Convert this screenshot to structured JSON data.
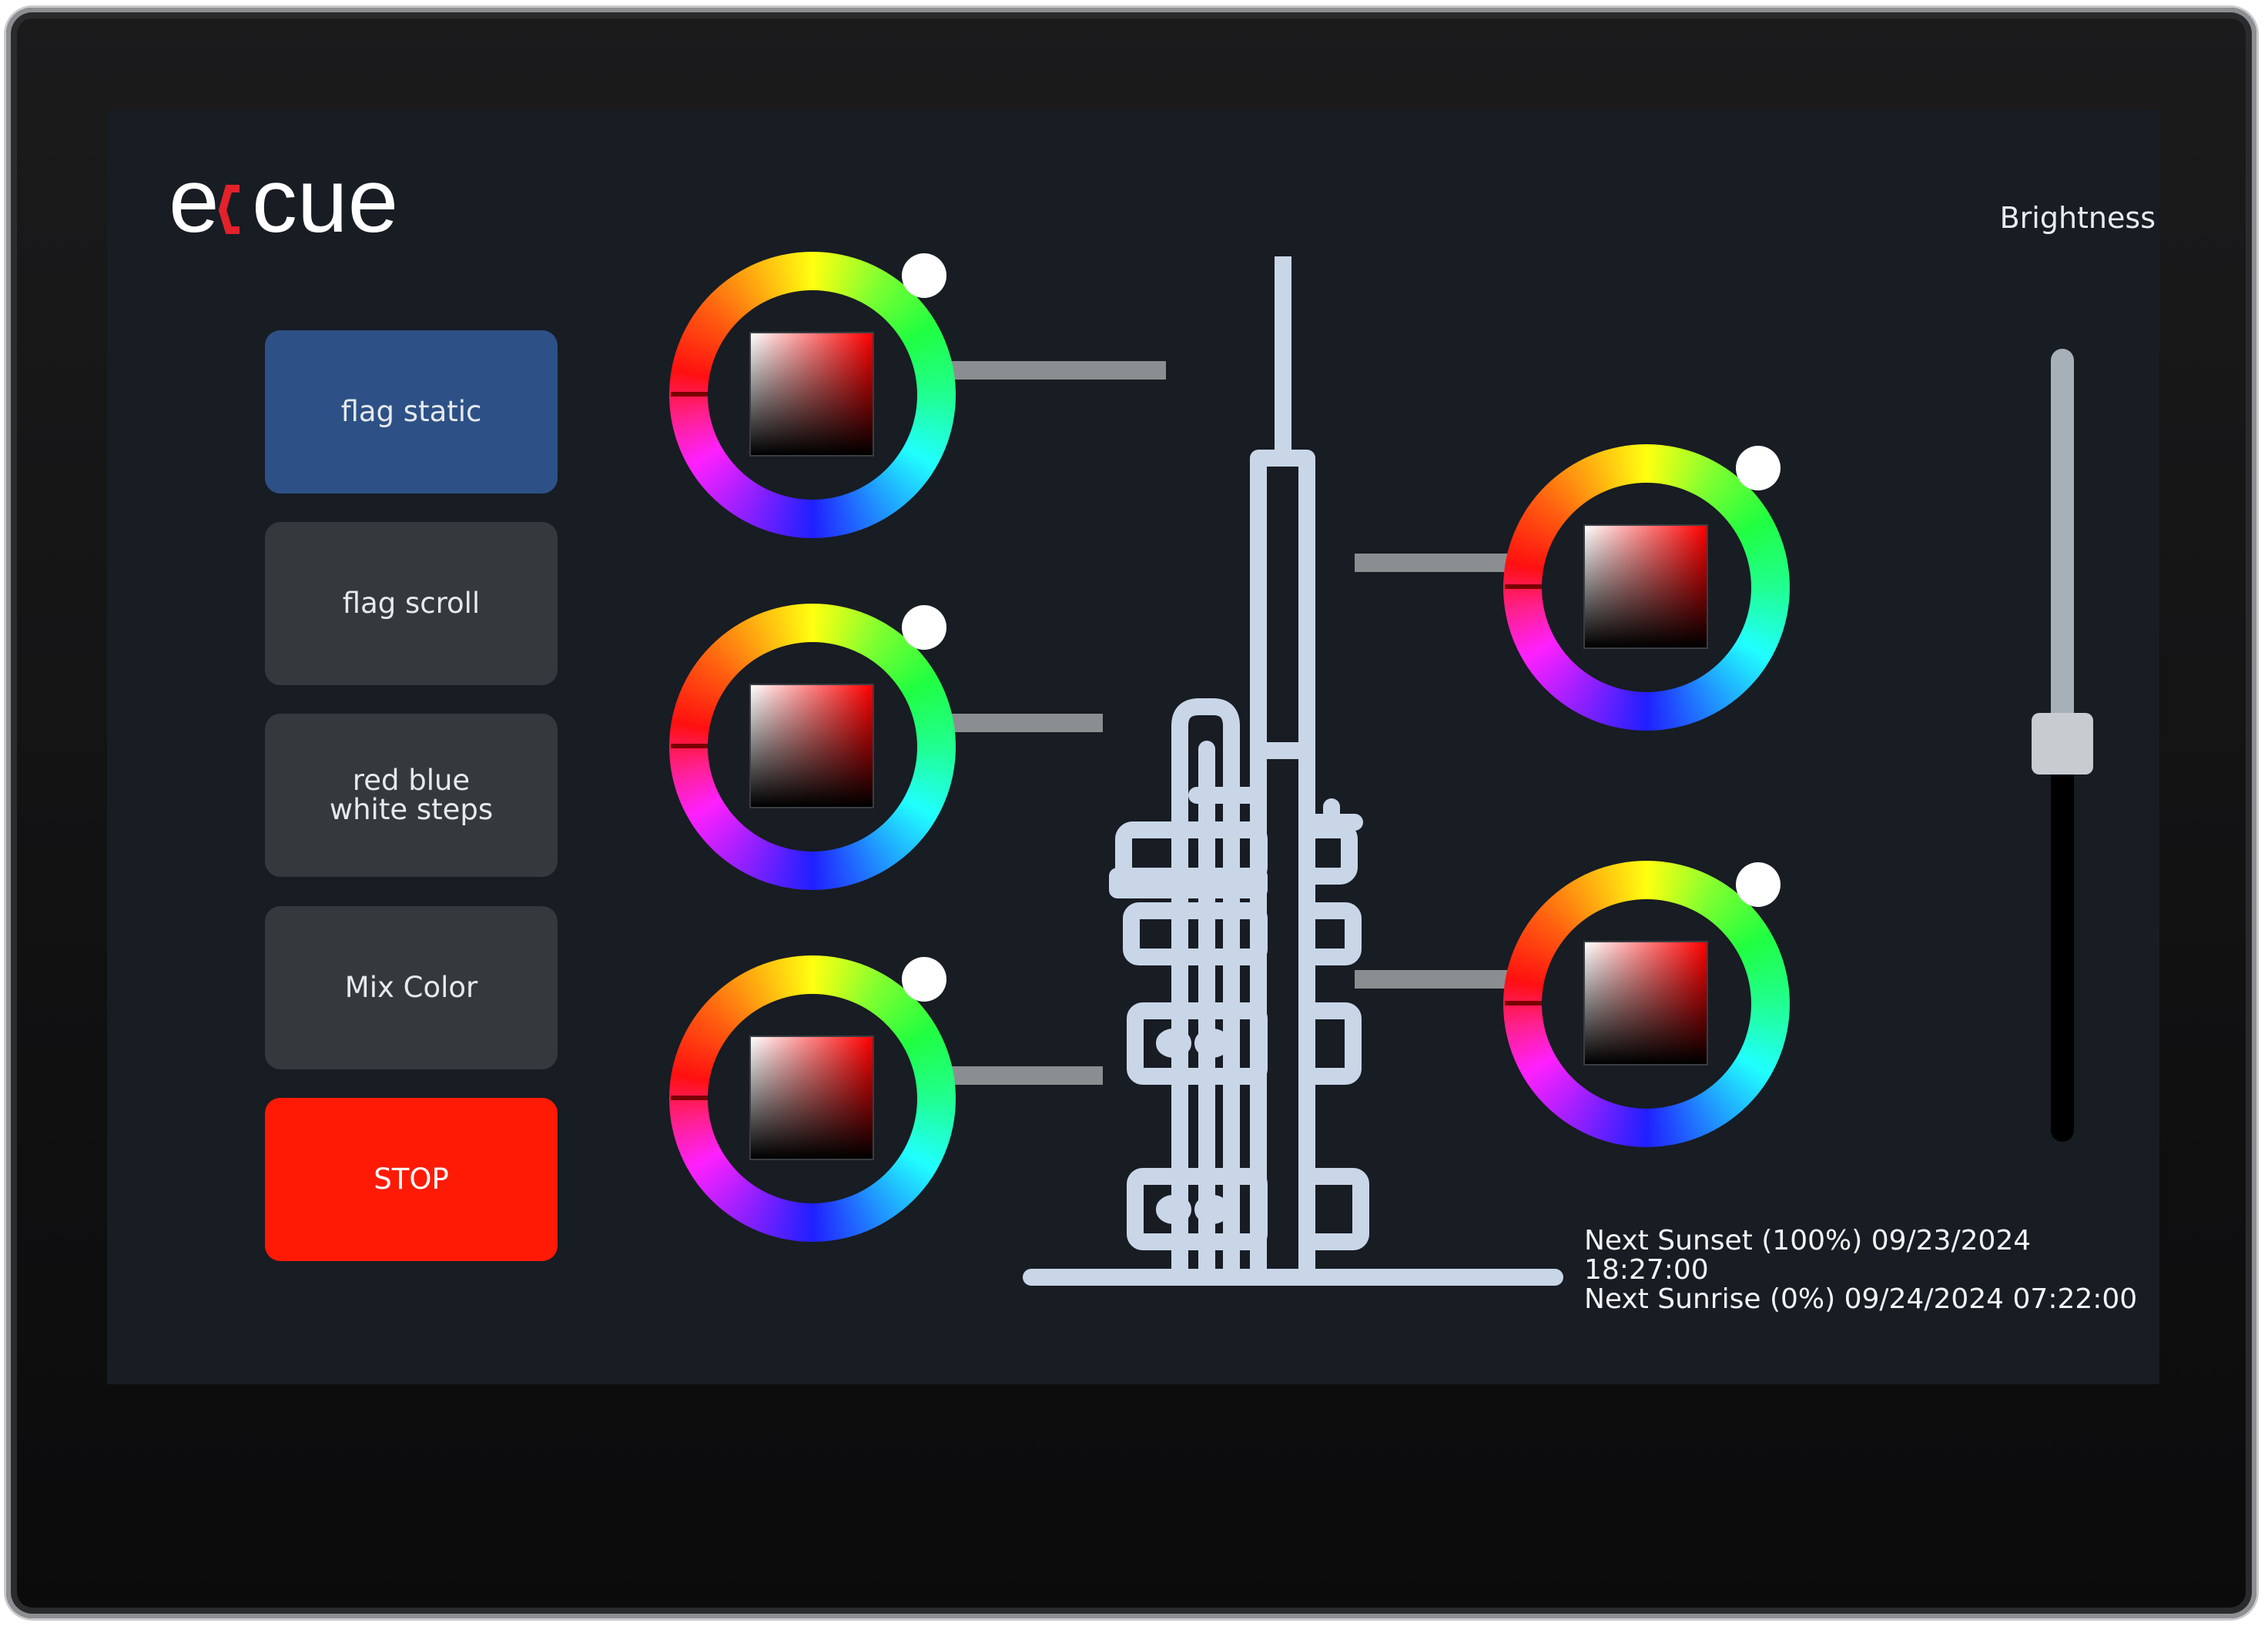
{
  "brand": {
    "logo_text": "e:cue"
  },
  "sidebar": {
    "buttons": [
      {
        "label": "flag static",
        "state": "active"
      },
      {
        "label": "flag scroll",
        "state": "normal"
      },
      {
        "label": "red blue white steps",
        "state": "normal"
      },
      {
        "label": "Mix Color",
        "state": "normal"
      },
      {
        "label": "STOP",
        "state": "stop"
      }
    ]
  },
  "color_pickers": [
    {
      "id": "picker-left-top",
      "color": "#ff0000"
    },
    {
      "id": "picker-left-middle",
      "color": "#ff0000"
    },
    {
      "id": "picker-left-bottom",
      "color": "#ff0000"
    },
    {
      "id": "picker-right-top",
      "color": "#ff0000"
    },
    {
      "id": "picker-right-bottom",
      "color": "#ff0000"
    }
  ],
  "brightness": {
    "label": "Brightness",
    "level": 0.5
  },
  "schedule": {
    "sunset": "Next Sunset (100%) 09/23/2024 18:27:00",
    "sunrise": "Next Sunrise (0%) 09/24/2024 07:22:00"
  },
  "colors": {
    "background": "#181c23",
    "active_button": "#2d5186",
    "button": "#35383d",
    "stop_button": "#ff1a06",
    "tower_outline": "#c8d6e8",
    "logo_accent": "#e3222b"
  }
}
